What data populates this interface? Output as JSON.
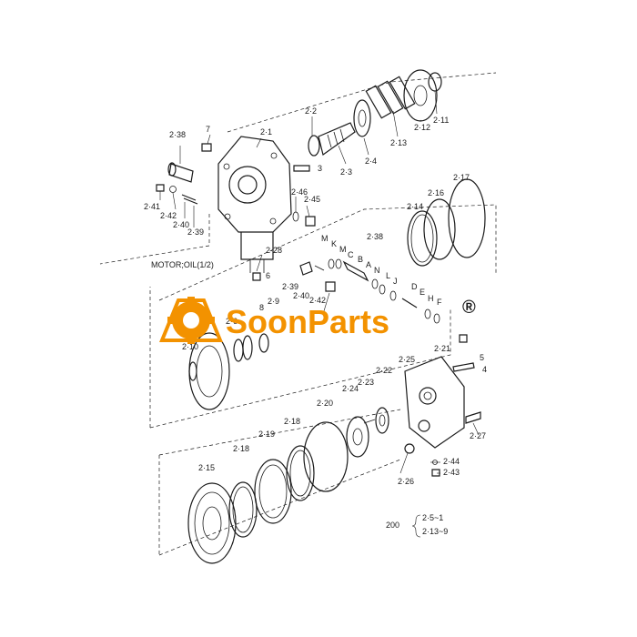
{
  "colors": {
    "ink": "#1a1a1a",
    "brand": "#f39200"
  },
  "watermark": {
    "text": "SoonParts",
    "mark": "®"
  },
  "notes": {
    "motor_oil": "MOTOR;OIL(1/2)",
    "set_number": "200",
    "set_a": "2·5~1",
    "set_b": "2·13~9"
  },
  "labels": [
    {
      "id": "2-1",
      "t": "2·1"
    },
    {
      "id": "7",
      "t": "7"
    },
    {
      "id": "2-38a",
      "t": "2·38"
    },
    {
      "id": "3",
      "t": "3"
    },
    {
      "id": "2-2",
      "t": "2·2"
    },
    {
      "id": "2-3",
      "t": "2·3"
    },
    {
      "id": "2-4",
      "t": "2·4"
    },
    {
      "id": "2-13",
      "t": "2·13"
    },
    {
      "id": "2-12",
      "t": "2·12"
    },
    {
      "id": "2-11",
      "t": "2·11"
    },
    {
      "id": "2-41",
      "t": "2·41"
    },
    {
      "id": "2-42a",
      "t": "2·42"
    },
    {
      "id": "2-40a",
      "t": "2·40"
    },
    {
      "id": "2-39a",
      "t": "2·39"
    },
    {
      "id": "2-46",
      "t": "2·46"
    },
    {
      "id": "2-45",
      "t": "2·45"
    },
    {
      "id": "2-28",
      "t": "2·28"
    },
    {
      "id": "6",
      "t": "6"
    },
    {
      "id": "2-38b",
      "t": "2·38"
    },
    {
      "id": "2-14",
      "t": "2·14"
    },
    {
      "id": "2-16",
      "t": "2·16"
    },
    {
      "id": "2-17",
      "t": "2·17"
    },
    {
      "id": "M",
      "t": "M"
    },
    {
      "id": "K",
      "t": "K"
    },
    {
      "id": "Mb",
      "t": "M"
    },
    {
      "id": "C",
      "t": "C"
    },
    {
      "id": "B",
      "t": "B"
    },
    {
      "id": "A",
      "t": "A"
    },
    {
      "id": "N",
      "t": "N"
    },
    {
      "id": "L",
      "t": "L"
    },
    {
      "id": "J",
      "t": "J"
    },
    {
      "id": "D",
      "t": "D"
    },
    {
      "id": "E",
      "t": "E"
    },
    {
      "id": "H",
      "t": "H"
    },
    {
      "id": "F",
      "t": "F"
    },
    {
      "id": "2-39b",
      "t": "2·39"
    },
    {
      "id": "2-40b",
      "t": "2·40"
    },
    {
      "id": "2-42b",
      "t": "2·42"
    },
    {
      "id": "2-9",
      "t": "2·9"
    },
    {
      "id": "8",
      "t": "8"
    },
    {
      "id": "2-6",
      "t": "2·6"
    },
    {
      "id": "2-10",
      "t": "2·10"
    },
    {
      "id": "5",
      "t": "5"
    },
    {
      "id": "4",
      "t": "4"
    },
    {
      "id": "2-21",
      "t": "2·21"
    },
    {
      "id": "2-25",
      "t": "2·25"
    },
    {
      "id": "2-22",
      "t": "2·22"
    },
    {
      "id": "2-23",
      "t": "2·23"
    },
    {
      "id": "2-24",
      "t": "2·24"
    },
    {
      "id": "2-20",
      "t": "2·20"
    },
    {
      "id": "2-18a",
      "t": "2·18"
    },
    {
      "id": "2-19",
      "t": "2·19"
    },
    {
      "id": "2-18b",
      "t": "2·18"
    },
    {
      "id": "2-15",
      "t": "2·15"
    },
    {
      "id": "2-27",
      "t": "2·27"
    },
    {
      "id": "2-44",
      "t": "2·44"
    },
    {
      "id": "2-43",
      "t": "2·43"
    },
    {
      "id": "2-26",
      "t": "2·26"
    }
  ]
}
